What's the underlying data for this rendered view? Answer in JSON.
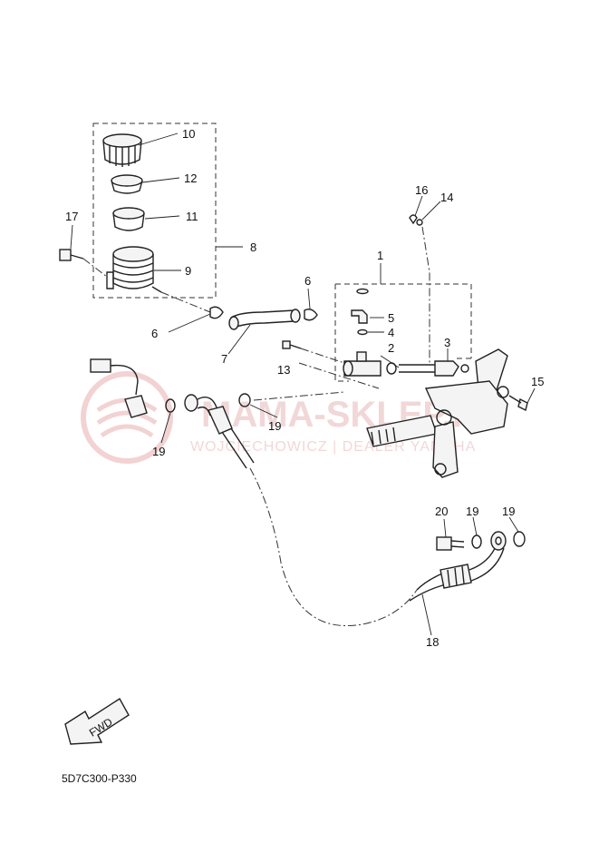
{
  "diagram": {
    "code": "5D7C300-P330",
    "fwd_label": "FWD",
    "watermark": {
      "main": "MAMA-SKLEP.PL",
      "sub": "WOJCIECHOWICZ | DEALER YAMAHA"
    },
    "callouts": {
      "c1": "1",
      "c2": "2",
      "c3": "3",
      "c4": "4",
      "c5": "5",
      "c6a": "6",
      "c6b": "6",
      "c7": "7",
      "c8": "8",
      "c9": "9",
      "c10": "10",
      "c11": "11",
      "c12": "12",
      "c13": "13",
      "c14": "14",
      "c15": "15",
      "c16": "16",
      "c17": "17",
      "c18": "18",
      "c19a": "19",
      "c19b": "19",
      "c19c": "19",
      "c19d": "19",
      "c20": "20"
    }
  }
}
